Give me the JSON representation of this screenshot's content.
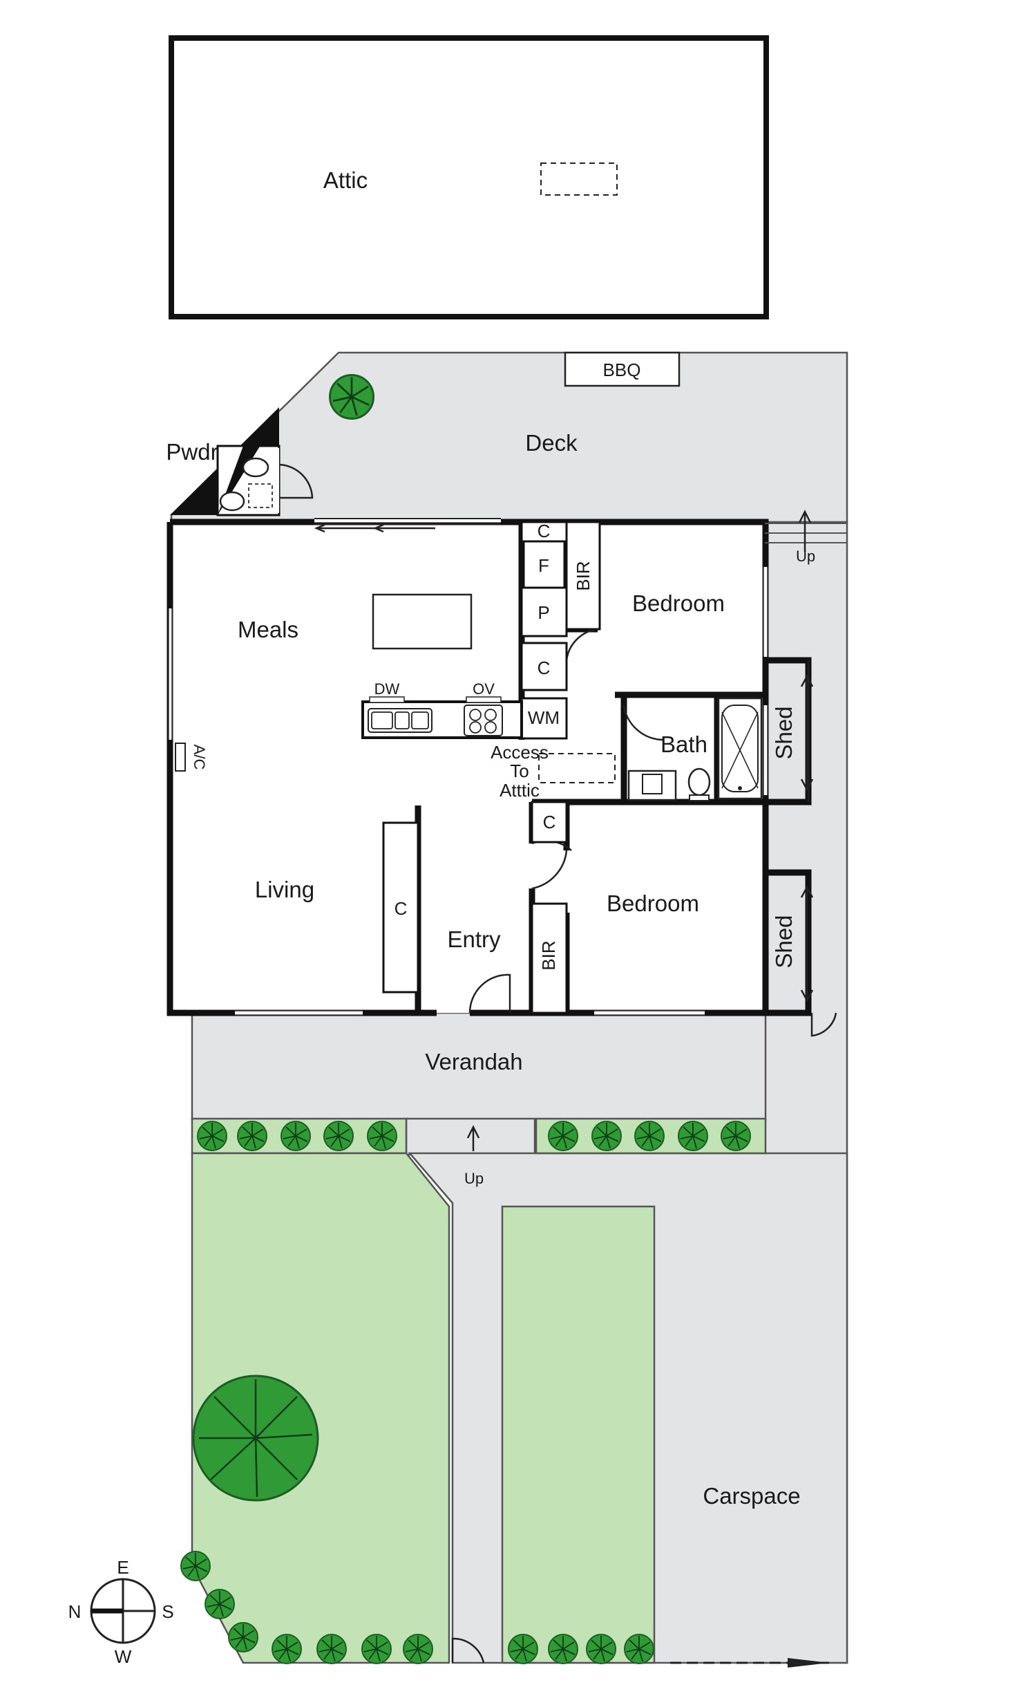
{
  "rooms": {
    "attic": "Attic",
    "deck": "Deck",
    "bbq": "BBQ",
    "pwdr": "Pwdr",
    "meals": "Meals",
    "bedroom1": "Bedroom",
    "bedroom2": "Bedroom",
    "bath": "Bath",
    "living": "Living",
    "entry": "Entry",
    "verandah": "Verandah",
    "carspace": "Carspace",
    "shed1": "Shed",
    "shed2": "Shed"
  },
  "fixtures": {
    "c_top": "C",
    "f": "F",
    "p": "P",
    "c_mid": "C",
    "wm": "WM",
    "bir1": "BIR",
    "bir2": "BIR",
    "c_hall": "C",
    "c_living": "C",
    "dw": "DW",
    "ov": "OV",
    "ac": "A/C",
    "access1": "Access",
    "access2": "To",
    "access3": "Atttic"
  },
  "arrows": {
    "up_deck": "Up",
    "up_path": "Up"
  },
  "compass": {
    "n": "N",
    "e": "E",
    "s": "S",
    "w": "W"
  },
  "colors": {
    "paving": "#e3e4e6",
    "lawn": "#c3e2b6",
    "plant": "#2f9a36",
    "wall": "#111111"
  }
}
